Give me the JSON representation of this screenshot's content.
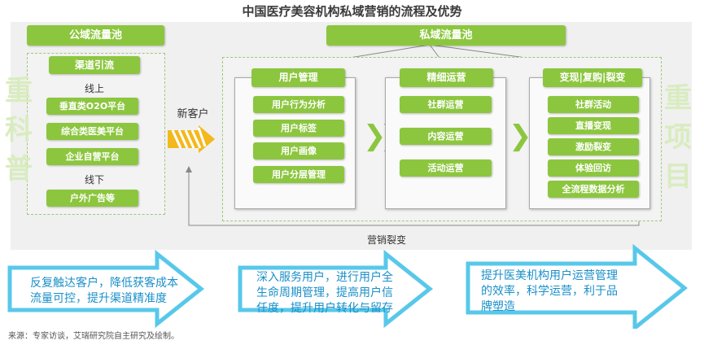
{
  "title": "中国医疗美容机构私域营销的流程及优势",
  "public_pool": {
    "header": "公域流量池",
    "section_label": "渠道引流",
    "online_label": "线上",
    "online_items": [
      "垂直类O2O平台",
      "综合类医美平台",
      "企业自营平台"
    ],
    "offline_label": "线下",
    "offline_items": [
      "户外广告等"
    ]
  },
  "new_customer_label": "新客户",
  "private_pool": {
    "header": "私域流量池",
    "columns": [
      {
        "title": "用户管理",
        "items": [
          "用户行为分析",
          "用户标签",
          "用户画像",
          "用户分层管理"
        ]
      },
      {
        "title": "精细运营",
        "items": [
          "社群运营",
          "内容运营",
          "活动运营"
        ]
      },
      {
        "title": "变现|复购|裂变",
        "items": [
          "社群活动",
          "直播变现",
          "激励裂变",
          "体验回访",
          "全流程数据分析"
        ]
      }
    ]
  },
  "loop_label": "营销裂变",
  "watermark_left": [
    "重",
    "科",
    "普"
  ],
  "watermark_right": [
    "重",
    "项",
    "目"
  ],
  "benefits": [
    [
      "反复触达客户，降低获客成本",
      "流量可控，提升渠道精准度"
    ],
    [
      "深入服务用户，进行用户全",
      "生命周期管理，提高用户信",
      "任度，提升用户转化与留存"
    ],
    [
      "提升医美机构用户运营管理",
      "的效率，科学运营，利于品",
      "牌塑造"
    ]
  ],
  "source": "来源：专家访谈，艾瑞研究院自主研究及绘制。",
  "colors": {
    "green": "#8cc63f",
    "blue": "#1a8fc8",
    "arrow_outline": "#58c8ea"
  }
}
